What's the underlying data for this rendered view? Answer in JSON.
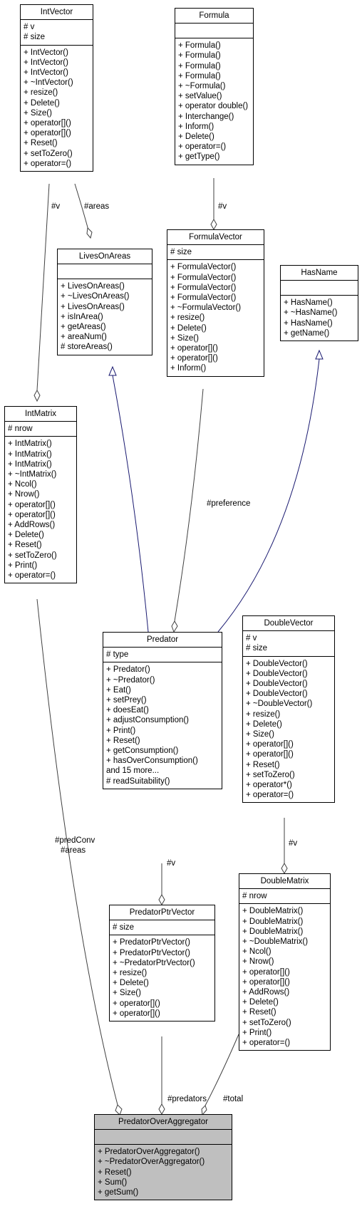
{
  "classes": {
    "IntVector": {
      "name": "IntVector",
      "attributes": [
        "# v",
        "# size"
      ],
      "methods": [
        "+ IntVector()",
        "+ IntVector()",
        "+ IntVector()",
        "+ ~IntVector()",
        "+ resize()",
        "+ Delete()",
        "+ Size()",
        "+ operator[]()",
        "+ operator[]()",
        "+ Reset()",
        "+ setToZero()",
        "+ operator=()"
      ]
    },
    "Formula": {
      "name": "Formula",
      "attributes": [],
      "methods": [
        "+ Formula()",
        "+ Formula()",
        "+ Formula()",
        "+ Formula()",
        "+ ~Formula()",
        "+ setValue()",
        "+ operator double()",
        "+ Interchange()",
        "+ Inform()",
        "+ Delete()",
        "+ operator=()",
        "+ getType()"
      ]
    },
    "LivesOnAreas": {
      "name": "LivesOnAreas",
      "attributes": [],
      "methods": [
        "+ LivesOnAreas()",
        "+ ~LivesOnAreas()",
        "+ LivesOnAreas()",
        "+ isInArea()",
        "+ getAreas()",
        "+ areaNum()",
        "# storeAreas()"
      ]
    },
    "FormulaVector": {
      "name": "FormulaVector",
      "attributes": [
        "# size"
      ],
      "methods": [
        "+ FormulaVector()",
        "+ FormulaVector()",
        "+ FormulaVector()",
        "+ FormulaVector()",
        "+ ~FormulaVector()",
        "+ resize()",
        "+ Delete()",
        "+ Size()",
        "+ operator[]()",
        "+ operator[]()",
        "+ Inform()"
      ]
    },
    "HasName": {
      "name": "HasName",
      "attributes": [],
      "methods": [
        "+ HasName()",
        "+ ~HasName()",
        "+ HasName()",
        "+ getName()"
      ]
    },
    "IntMatrix": {
      "name": "IntMatrix",
      "attributes": [
        "# nrow"
      ],
      "methods": [
        "+ IntMatrix()",
        "+ IntMatrix()",
        "+ IntMatrix()",
        "+ ~IntMatrix()",
        "+ Ncol()",
        "+ Nrow()",
        "+ operator[]()",
        "+ operator[]()",
        "+ AddRows()",
        "+ Delete()",
        "+ Reset()",
        "+ setToZero()",
        "+ Print()",
        "+ operator=()"
      ]
    },
    "Predator": {
      "name": "Predator",
      "attributes": [
        "# type"
      ],
      "methods": [
        "+ Predator()",
        "+ ~Predator()",
        "+ Eat()",
        "+ setPrey()",
        "+ doesEat()",
        "+ adjustConsumption()",
        "+ Print()",
        "+ Reset()",
        "+ getConsumption()",
        "+ hasOverConsumption()",
        "and 15 more...",
        "# readSuitability()"
      ]
    },
    "DoubleVector": {
      "name": "DoubleVector",
      "attributes": [
        "# v",
        "# size"
      ],
      "methods": [
        "+ DoubleVector()",
        "+ DoubleVector()",
        "+ DoubleVector()",
        "+ DoubleVector()",
        "+ ~DoubleVector()",
        "+ resize()",
        "+ Delete()",
        "+ Size()",
        "+ operator[]()",
        "+ operator[]()",
        "+ Reset()",
        "+ setToZero()",
        "+ operator*()",
        "+ operator=()"
      ]
    },
    "PredatorPtrVector": {
      "name": "PredatorPtrVector",
      "attributes": [
        "# size"
      ],
      "methods": [
        "+ PredatorPtrVector()",
        "+ PredatorPtrVector()",
        "+ ~PredatorPtrVector()",
        "+ resize()",
        "+ Delete()",
        "+ Size()",
        "+ operator[]()",
        "+ operator[]()"
      ]
    },
    "DoubleMatrix": {
      "name": "DoubleMatrix",
      "attributes": [
        "# nrow"
      ],
      "methods": [
        "+ DoubleMatrix()",
        "+ DoubleMatrix()",
        "+ DoubleMatrix()",
        "+ ~DoubleMatrix()",
        "+ Ncol()",
        "+ Nrow()",
        "+ operator[]()",
        "+ operator[]()",
        "+ AddRows()",
        "+ Delete()",
        "+ Reset()",
        "+ setToZero()",
        "+ Print()",
        "+ operator=()"
      ]
    },
    "PredatorOverAggregator": {
      "name": "PredatorOverAggregator",
      "attributes": [],
      "methods": [
        "+ PredatorOverAggregator()",
        "+ ~PredatorOverAggregator()",
        "+ Reset()",
        "+ Sum()",
        "+ getSum()"
      ]
    }
  },
  "edge_labels": {
    "v_intvector": "#v",
    "areas": "#areas",
    "v_formula": "#v",
    "preference": "#preference",
    "predconv": "#predConv",
    "areas2": "#areas",
    "v_predator": "#v",
    "v_doublevector": "#v",
    "predators": "#predators",
    "total": "#total"
  },
  "colors": {
    "highlight": "#bfbfbf",
    "inheritance": "#191970",
    "association": "#404040"
  }
}
